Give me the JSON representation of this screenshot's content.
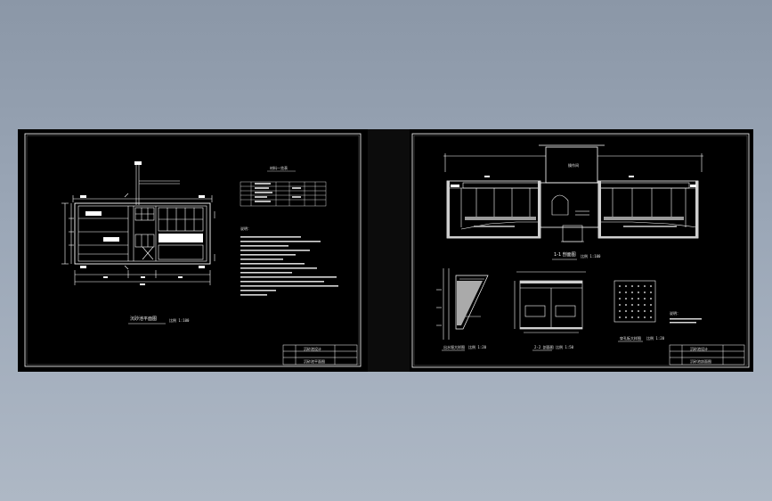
{
  "viewer": {
    "background_top": "#8b97a7",
    "background_bottom": "#aeb8c5",
    "sheet_color": "#000000",
    "line_color": "#ffffff"
  },
  "left_sheet": {
    "plan_title": "沉砂池平面图",
    "plan_scale": "比例 1:100",
    "table_title": "材料一览表",
    "notes_title": "说明：",
    "title_block_name": "沉砂池设计",
    "title_block_sub": "沉砂池平面图"
  },
  "right_sheet": {
    "section_title": "1-1 剖面图",
    "section_scale": "比例 1:100",
    "detail1_title": "出水堰大样图",
    "detail1_scale": "比例 1:20",
    "detail2_title": "2-2 剖面图",
    "detail2_scale": "比例 1:50",
    "detail3_title": "穿孔板大样图",
    "detail3_scale": "比例 1:20",
    "house_label": "操作间",
    "notes_title": "说明：",
    "title_block_name": "沉砂池设计",
    "title_block_sub": "沉砂池剖面图"
  }
}
